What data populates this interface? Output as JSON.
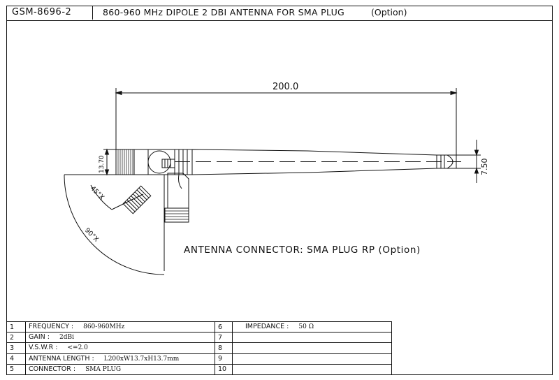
{
  "title": {
    "code": "GSM-8696-2",
    "description": "860-960 MHz DIPOLE 2 DBI ANTENNA FOR SMA PLUG",
    "option": "(Option)"
  },
  "dimensions": {
    "length": "200.0",
    "tip_dia": "7.50",
    "base_dia": "13.70",
    "angle_small": "45°X",
    "angle_large": "90°X"
  },
  "connector_note": "ANTENNA CONNECTOR: SMA PLUG RP (Option)",
  "specs": [
    {
      "n": "1",
      "label": "FREQUENCY :",
      "value": "860-960MHz",
      "n2": "6",
      "label2": "IMPEDANCE :",
      "value2": "50 Ω"
    },
    {
      "n": "2",
      "label": "GAIN :",
      "value": "2dBi",
      "n2": "7",
      "label2": "",
      "value2": ""
    },
    {
      "n": "3",
      "label": "V.S.W.R :",
      "value": "<=2.0",
      "n2": "8",
      "label2": "",
      "value2": ""
    },
    {
      "n": "4",
      "label": "ANTENNA LENGTH :",
      "value": "L200xW13.7xH13.7mm",
      "n2": "9",
      "label2": "",
      "value2": ""
    },
    {
      "n": "5",
      "label": "CONNECTOR :",
      "value": "SMA PLUG",
      "n2": "10",
      "label2": "",
      "value2": ""
    }
  ]
}
